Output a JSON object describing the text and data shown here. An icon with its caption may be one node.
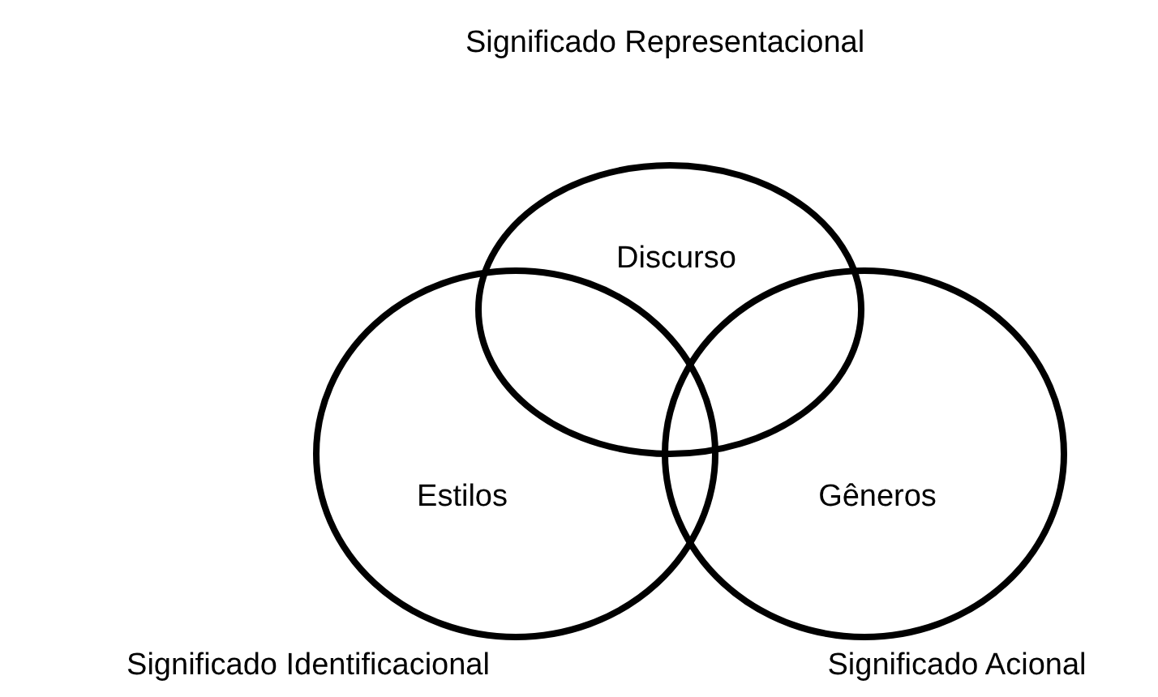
{
  "diagram": {
    "nodes": [
      {
        "text": [
          "Discurso"
        ],
        "beside": [
          "Significado Representacional"
        ]
      },
      {
        "text": [
          "Estilos"
        ],
        "beside": [
          "Significado Identificacional"
        ]
      },
      {
        "text": [
          "Gêneros"
        ],
        "beside": [
          "Significado Acional"
        ]
      }
    ]
  }
}
